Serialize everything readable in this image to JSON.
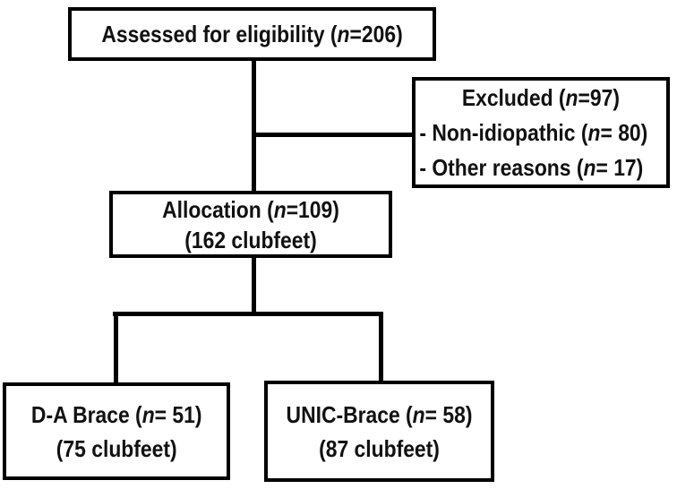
{
  "figure": {
    "background_color": "#ffffff",
    "line_color": "#000000",
    "text_color": "#111111"
  },
  "boxes": {
    "assessed": {
      "pre": "Assessed for eligibility (",
      "n": "n",
      "post": "=206)"
    },
    "excluded": {
      "title_pre": "Excluded (",
      "title_n": "n",
      "title_post": "=97)",
      "item1_pre": "- Non-idiopathic (",
      "item1_n": "n",
      "item1_post": "= 80)",
      "item2_pre": "- Other reasons (",
      "item2_n": "n",
      "item2_post": "= 17)"
    },
    "allocation": {
      "line1_pre": "Allocation (",
      "line1_n": "n",
      "line1_post": "=109)",
      "line2": "(162 clubfeet)"
    },
    "da_brace": {
      "line1_pre": "D-A Brace (",
      "line1_n": "n",
      "line1_post": "= 51)",
      "line2": "(75 clubfeet)"
    },
    "unic_brace": {
      "line1_pre": "UNIC-Brace (",
      "line1_n": "n",
      "line1_post": "= 58)",
      "line2": "(87 clubfeet)"
    }
  }
}
